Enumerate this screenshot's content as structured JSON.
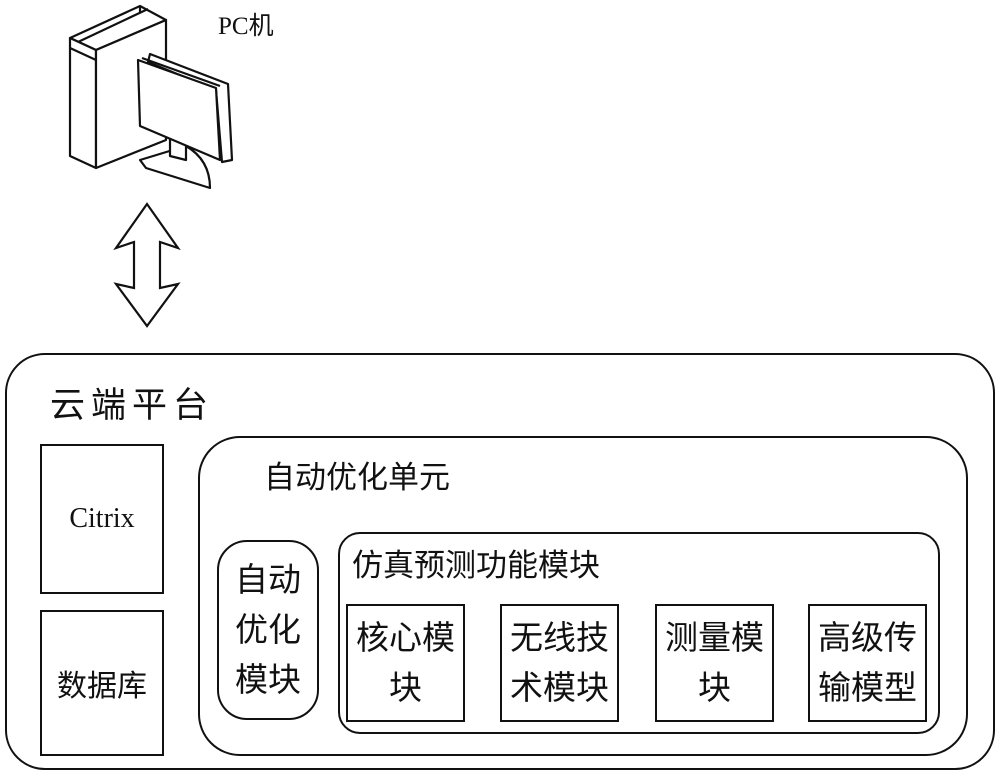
{
  "pc": {
    "label": "PC机",
    "icon": "desktop-computer-icon"
  },
  "connector": {
    "icon": "bidirectional-arrow-icon"
  },
  "cloud_platform": {
    "title": "云端平台",
    "citrix": "Citrix",
    "database": "数据库",
    "auto_optimization_unit": {
      "title": "自动优化单元",
      "auto_optimization_module": {
        "line1": "自动",
        "line2": "优化",
        "line3": "模块"
      },
      "simulation_prediction_module": {
        "title": "仿真预测功能模块",
        "submodules": [
          {
            "line1": "核心模",
            "line2": "块"
          },
          {
            "line1": "无线技",
            "line2": "术模块"
          },
          {
            "line1": "测量模",
            "line2": "块"
          },
          {
            "line1": "高级传",
            "line2": "输模型"
          }
        ]
      }
    }
  }
}
